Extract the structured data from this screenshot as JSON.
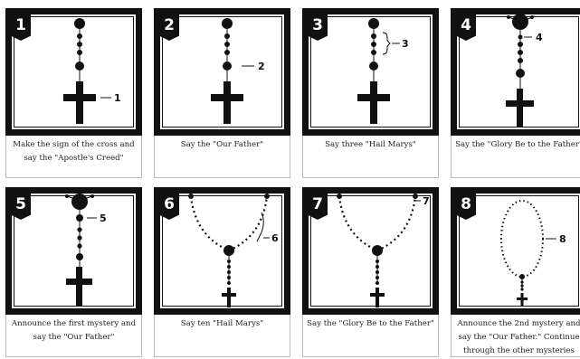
{
  "steps": [
    {
      "number": "1",
      "caption": "Make the sign of the cross and say the \"Apostle's Creed\"",
      "callout": "1"
    },
    {
      "number": "2",
      "caption": "Say the \"Our Father\"",
      "callout": "2"
    },
    {
      "number": "3",
      "caption": "Say three \"Hail Marys\"",
      "callout": "3"
    },
    {
      "number": "4",
      "caption": "Say the \"Glory Be to the Father\"",
      "callout": "4"
    },
    {
      "number": "5",
      "caption": "Announce the first mystery and say the \"Our Father\"",
      "callout": "5"
    },
    {
      "number": "6",
      "caption": "Say ten \"Hail Marys\"",
      "callout": "6"
    },
    {
      "number": "7",
      "caption": "Say the \"Glory Be to the Father\"",
      "callout": "7"
    },
    {
      "number": "8",
      "caption": "Announce the 2nd mystery and say the \"Our Father.\" Continue through the other mysteries",
      "callout": "8"
    }
  ]
}
